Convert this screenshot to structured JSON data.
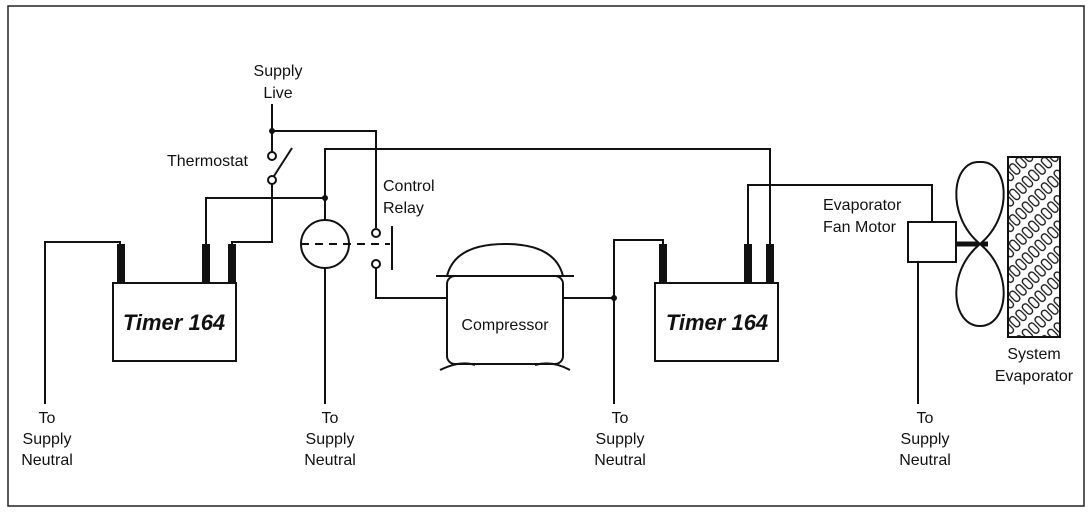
{
  "labels": {
    "supply_live": [
      "Supply",
      "Live"
    ],
    "thermostat": "Thermostat",
    "control_relay": [
      "Control",
      "Relay"
    ],
    "timer_left": "Timer 164",
    "timer_right": "Timer 164",
    "compressor": "Compressor",
    "evap_fan_motor": [
      "Evaporator",
      "Fan Motor"
    ],
    "system_evaporator": [
      "System",
      "Evaporator"
    ],
    "neutral_1": [
      "To",
      "Supply",
      "Neutral"
    ],
    "neutral_2": [
      "To",
      "Supply",
      "Neutral"
    ],
    "neutral_3": [
      "To",
      "Supply",
      "Neutral"
    ],
    "neutral_4": [
      "To",
      "Supply",
      "Neutral"
    ]
  }
}
